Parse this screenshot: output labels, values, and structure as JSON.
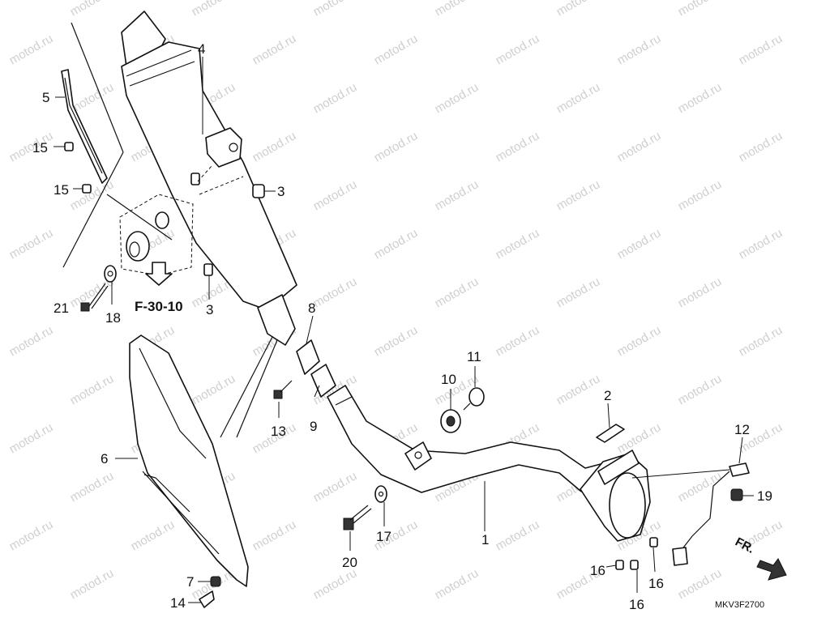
{
  "watermark": {
    "text": "motod.ru"
  },
  "callouts": {
    "c1": "1",
    "c2": "2",
    "c3a": "3",
    "c3b": "3",
    "c4": "4",
    "c5": "5",
    "c6": "6",
    "c7": "7",
    "c8": "8",
    "c9": "9",
    "c10": "10",
    "c11": "11",
    "c12": "12",
    "c13": "13",
    "c14": "14",
    "c15a": "15",
    "c15b": "15",
    "c16a": "16",
    "c16b": "16",
    "c16c": "16",
    "c17": "17",
    "c18": "18",
    "c19": "19",
    "c20": "20",
    "c21": "21"
  },
  "reference": {
    "label": "F-30-10"
  },
  "direction": {
    "label": "FR."
  },
  "diagram_code": "MKV3F2700"
}
